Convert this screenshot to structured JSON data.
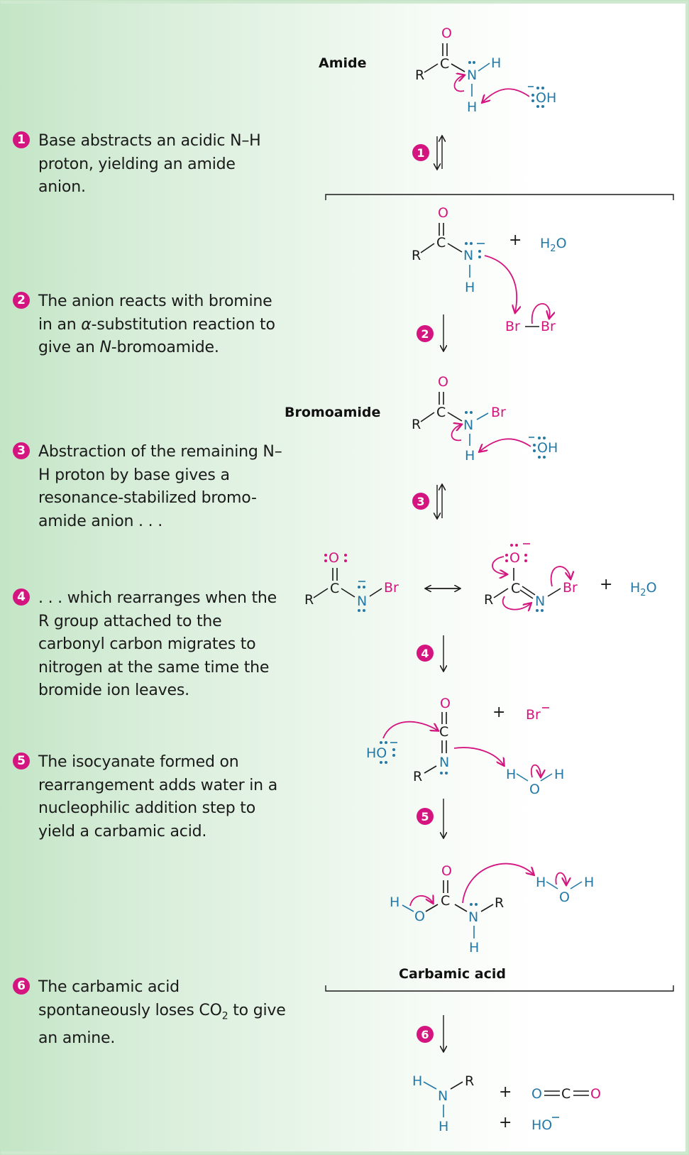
{
  "colors": {
    "accent_magenta": "#d4157f",
    "atom_blue": "#2479a6",
    "text_black": "#1a1a1a",
    "bg_gradient_left": "#c4e5c6",
    "bg_gradient_right": "#ffffff"
  },
  "steps": [
    {
      "number": "1",
      "text": "Base abstracts an acidic N–H proton, yielding an amide anion."
    },
    {
      "number": "2",
      "text_parts": [
        "The anion reacts with bromine in an ",
        "α",
        "-substitution reaction to give an ",
        "N",
        "-bromoamide."
      ]
    },
    {
      "number": "3",
      "text": "Abstraction of the remaining N–H proton by base gives a resonance-stabilized bromo-amide anion . . ."
    },
    {
      "number": "4",
      "text": ". . . which rearranges when the R group attached to the carbonyl carbon migrates to nitrogen at the same time the bromide ion leaves."
    },
    {
      "number": "5",
      "text": "The isocyanate formed on rearrangement adds water in a nucleophilic addition step to yield a carbamic acid."
    },
    {
      "number": "6",
      "text_parts": [
        "The carbamic acid spontaneously loses CO",
        "2",
        " to give an amine."
      ]
    }
  ],
  "scheme": {
    "labels": {
      "amide": "Amide",
      "bromoamide": "Bromoamide",
      "carbamic_acid": "Carbamic acid"
    },
    "arrows": [
      {
        "step": "1",
        "type": "equilibrium"
      },
      {
        "step": "2",
        "type": "forward"
      },
      {
        "step": "3",
        "type": "equilibrium"
      },
      {
        "step": "4",
        "type": "forward"
      },
      {
        "step": "5",
        "type": "forward"
      },
      {
        "step": "6",
        "type": "forward"
      }
    ],
    "species": {
      "amide": [
        "R",
        "C",
        "O",
        "N",
        "H",
        "H"
      ],
      "hydroxide": "OH",
      "hydroxide_charge": "−",
      "water": "H2O",
      "bromine": [
        "Br",
        "Br"
      ],
      "plus": "+",
      "bromide": "Br",
      "bromide_charge": "−",
      "co2": [
        "O",
        "C",
        "O"
      ],
      "ho_minus": "HO",
      "resonance_arrow": "⟷"
    }
  }
}
